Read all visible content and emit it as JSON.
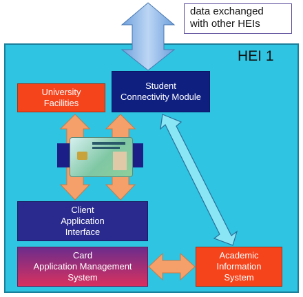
{
  "note": {
    "line1": "data exchanged",
    "line2": "with other HEIs"
  },
  "hei": {
    "label": "HEI 1"
  },
  "boxes": {
    "university_facilities": "University\nFacilities",
    "student_connectivity": "Student\nConnectivity Module",
    "client_app_interface": "Client\nApplication\nInterface",
    "card_app_mgmt": "Card\nApplication Management\nSystem",
    "academic_info": "Academic\nInformation\nSystem"
  },
  "colors": {
    "panel": "#2ec4e2",
    "orange_box": "#f5431b",
    "navy_box": "#0f1f80",
    "arrow_orange": "#f5a06a",
    "arrow_cyan": "#8ae6f4",
    "arrow_blue": "#8fb8e8"
  }
}
